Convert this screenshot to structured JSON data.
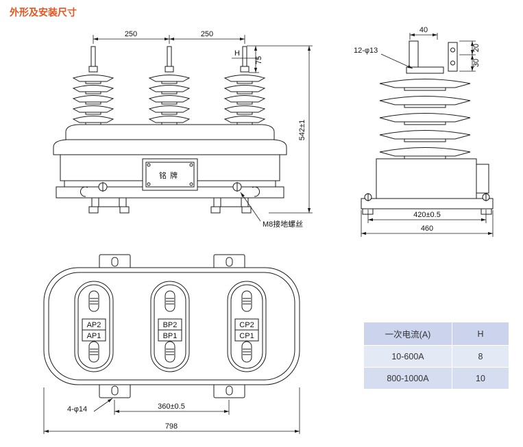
{
  "page": {
    "title": "外形及安装尺寸"
  },
  "colors": {
    "title": "#e25620",
    "line": "#1a1a1a",
    "table_header_bg": "#ccd3ec",
    "table_row_odd_bg": "#e4e9f6",
    "table_row_even_bg": "#d6ddf1"
  },
  "front_view": {
    "d250_left": "250",
    "d250_right": "250",
    "d_h": "H",
    "d75": "75",
    "d542": "542±1",
    "nameplate": "铭牌",
    "ground_label": "M8接地螺丝"
  },
  "side_view": {
    "d40": "40",
    "d20": "20",
    "d30": "30",
    "holes_label": "12-φ13",
    "d420": "420±0.5",
    "d460": "460"
  },
  "bottom_view": {
    "terminals": [
      "AP2",
      "AP1",
      "BP2",
      "BP1",
      "CP2",
      "CP1"
    ],
    "holes_label": "4-φ14",
    "d360": "360±0.5",
    "d798": "798"
  },
  "table": {
    "headers": [
      "一次电流(A)",
      "H"
    ],
    "rows": [
      [
        "10-600A",
        "8"
      ],
      [
        "800-1000A",
        "10"
      ]
    ]
  }
}
